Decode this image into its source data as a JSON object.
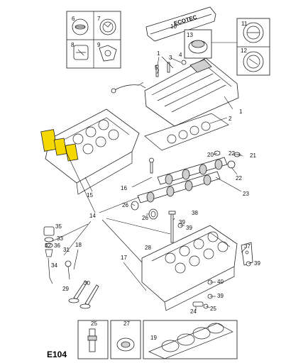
{
  "diagram": {
    "figure_code": "E104",
    "cover_brand_text": "ECOTEC",
    "callouts": {
      "c1": "1",
      "c2": "2",
      "c3": "3",
      "c4": "4",
      "c5": "5",
      "c6": "6",
      "c7": "7",
      "c8": "8",
      "c9": "9",
      "c10": "10",
      "c11": "11",
      "c12": "12",
      "c13": "13",
      "c14": "14",
      "c15": "15",
      "c16": "16",
      "c17": "17",
      "c18": "18",
      "c19": "19",
      "c20": "20",
      "c21": "21",
      "c22a": "22",
      "c22b": "22",
      "c23": "23",
      "c24": "24",
      "c25": "25",
      "c26a": "26",
      "c26b": "26",
      "c27": "27",
      "c28": "28",
      "c29": "29",
      "c30": "30",
      "c31": "31",
      "c32": "32",
      "c33": "33",
      "c34": "34",
      "c35": "35",
      "c36": "36",
      "c37": "37",
      "c38": "38",
      "c39a": "39",
      "c39b": "39",
      "c39c": "39",
      "c39d": "39",
      "c40": "40"
    },
    "colors": {
      "highlight": "#f5d800",
      "line": "#222222",
      "background": "#ffffff"
    }
  }
}
